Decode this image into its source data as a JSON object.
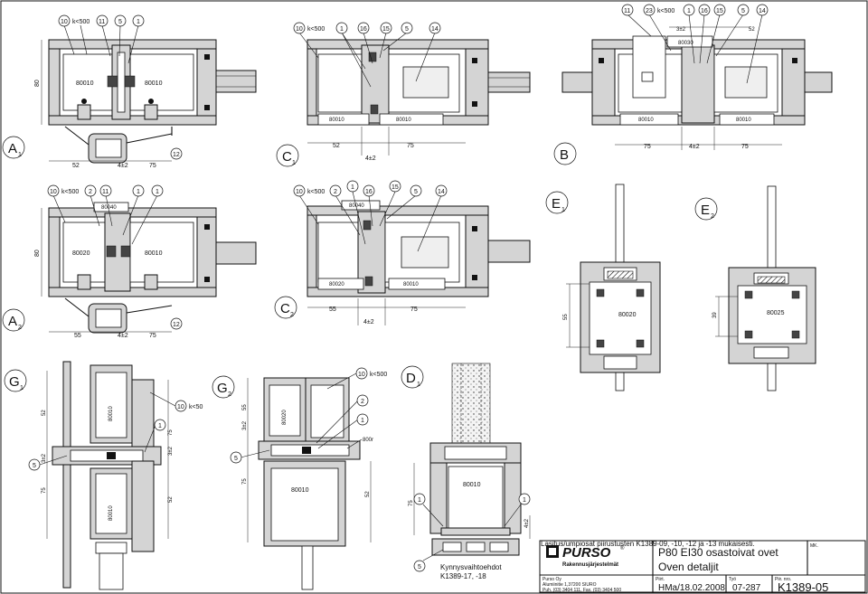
{
  "bubbles": {
    "b_11a": "11",
    "b_23": "23",
    "b_1a": "1",
    "b_16a": "16",
    "b_15a": "15",
    "b_5a": "5",
    "b_14a": "14",
    "c1_10": "10",
    "c1_1": "1",
    "c1_16": "16",
    "c1_15": "15",
    "c1_5": "5",
    "c1_14": "14",
    "a1_10": "10",
    "a1_11": "11",
    "a1_5": "5",
    "a1_1": "1",
    "a1_12": "12",
    "a2_10": "10",
    "a2_2": "2",
    "a2_11": "11",
    "a2_1": "1",
    "a2_1b": "1",
    "a2_12": "12",
    "c2_10": "10",
    "c2_2": "2",
    "c2_1": "1",
    "c2_16": "16",
    "c2_15": "15",
    "c2_5": "5",
    "c2_14": "14",
    "g1_10": "10",
    "g1_1": "1",
    "g1_5": "5",
    "g2_10": "10",
    "g2_2": "2",
    "g2_1": "1",
    "g2_5": "5",
    "d1_1a": "1",
    "d1_1b": "1",
    "d1_5": "5"
  },
  "labels": {
    "k500": "k<500",
    "k50": "k<50",
    "m52": "52",
    "m75": "75",
    "m4pm2": "4±2",
    "m80": "80",
    "m55": "55",
    "m39": "39",
    "m3pm2": "3±2",
    "p80010": "80010",
    "p80020": "80020",
    "p80025": "80025",
    "p80030": "80030",
    "p80040": "80040",
    "p800r": "800r"
  },
  "sections": {
    "a1": "A",
    "a1s": "1",
    "a2": "A",
    "a2s": "2",
    "b": "B",
    "c1": "C",
    "c1s": "1",
    "c2": "C",
    "c2s": "2",
    "e1": "E",
    "e1s": "1",
    "e2": "E",
    "e2s": "2",
    "g1": "G",
    "g1s": "1",
    "g2": "G",
    "g2s": "2",
    "d1": "D",
    "d1s": "1"
  },
  "notes": {
    "lasitus": "Lasitus/umpiosat piirustusten K1389-09, -10, -12  ja -13 mukaisesti.",
    "kynnys1": "Kynnysvaihtoehdot",
    "kynnys2": "K1389-17, -18"
  },
  "title_block": {
    "logo": "PURSO",
    "logo_reg": "®",
    "logo_sub": "Rakennusjärjestelmät",
    "title1": "P80 EI30 osastoivat ovet",
    "title2": "Oven detaljit",
    "mk": "MK.",
    "company": "Purso Oy",
    "address": "Alumiinitie 1,37200 SIURO",
    "phone": "Puh. (03) 3404 111, Fax. (03) 3404 500",
    "piirt_label": "Piirt.",
    "piirt": "HMa/18.02.2008",
    "tyo_label": "Työ",
    "tyo": "07-287",
    "piirno_label": "Piir. nro.",
    "piirno": "K1389-05"
  }
}
